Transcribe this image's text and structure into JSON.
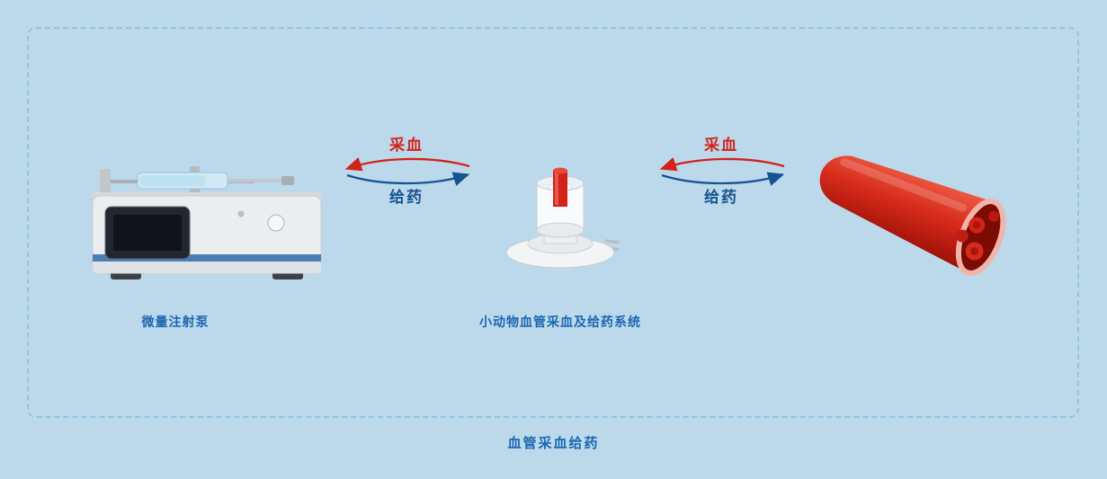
{
  "page": {
    "background_color": "#bcd9ec",
    "frame_color": "#8fc4e6",
    "caption": "血管采血给药"
  },
  "colors": {
    "label_blue": "#1b67b0",
    "collect_red": "#d2231a",
    "dose_blue": "#17548f",
    "vessel_red": "#d62b1b"
  },
  "illustrations": {
    "pump": {
      "label": "微量注射泵"
    },
    "system": {
      "label": "小动物血管采血及给药系统"
    },
    "vessel": {
      "label": ""
    }
  },
  "arrows": {
    "left": {
      "collect": "采血",
      "dose": "给药"
    },
    "right": {
      "collect": "采血",
      "dose": "给药"
    }
  }
}
